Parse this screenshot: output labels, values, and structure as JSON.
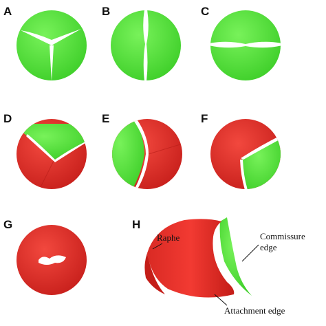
{
  "panels": [
    {
      "letter": "A",
      "view": "closed-trileaflet",
      "colors": [
        "#55e33a"
      ]
    },
    {
      "letter": "B",
      "view": "closed-vertical-slit",
      "colors": [
        "#55e33a"
      ]
    },
    {
      "letter": "C",
      "view": "closed-horizontal-slit",
      "colors": [
        "#55e33a"
      ]
    },
    {
      "letter": "D",
      "view": "fused-red-left-bottom",
      "colors": [
        "#55e33a",
        "#e8302a"
      ]
    },
    {
      "letter": "E",
      "view": "fused-red-right",
      "colors": [
        "#55e33a",
        "#e8302a"
      ]
    },
    {
      "letter": "F",
      "view": "fused-red-top-left",
      "colors": [
        "#55e33a",
        "#e8302a"
      ]
    },
    {
      "letter": "G",
      "view": "all-red-horizontal-slit",
      "colors": [
        "#e8302a"
      ]
    },
    {
      "letter": "H",
      "view": "raphe-leaflet-3d",
      "colors": [
        "#e8302a",
        "#55e33a"
      ]
    }
  ],
  "annotations": {
    "raphe": "Raphe",
    "commissure_line1": "Commissure",
    "commissure_line2": "edge",
    "attachment": "Attachment edge"
  },
  "colors": {
    "normal_leaflet": "#55e33a",
    "fused_leaflet": "#e8302a",
    "background": "#ffffff"
  }
}
